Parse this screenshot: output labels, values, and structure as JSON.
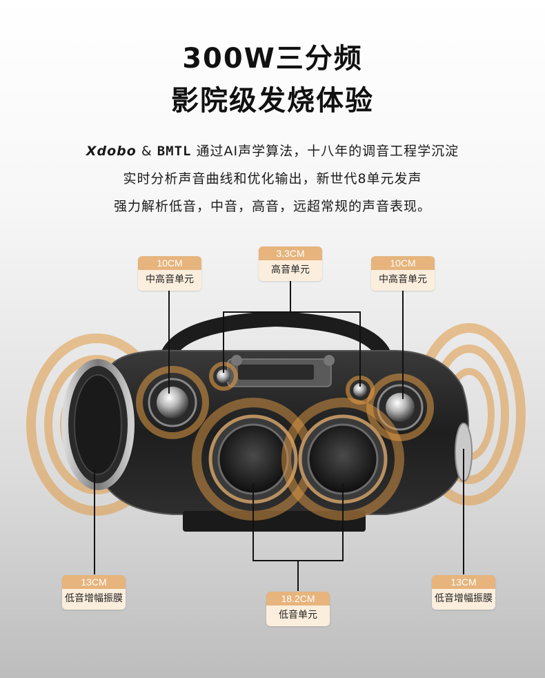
{
  "headline": {
    "line1": "300W三分频",
    "line2": "影院级发烧体验"
  },
  "description": {
    "brand1": "Xdobo",
    "amp": " & ",
    "brand2": "BMTL",
    "line1_rest": " 通过AI声学算法，十八年的调音工程学沉淀",
    "line2": "实时分析声音曲线和优化输出，新世代8单元发声",
    "line3": "强力解析低音，中音，高音，远超常规的声音表现。"
  },
  "callouts": {
    "mid_left": {
      "size": "10CM",
      "name": "中高音单元"
    },
    "tweeter": {
      "size": "3.3CM",
      "name": "高音单元"
    },
    "mid_right": {
      "size": "10CM",
      "name": "中高音单元"
    },
    "passive_left": {
      "size": "13CM",
      "name": "低音增幅振膜"
    },
    "woofer": {
      "size": "18.2CM",
      "name": "低音单元"
    },
    "passive_right": {
      "size": "13CM",
      "name": "低音增幅振膜"
    }
  },
  "colors": {
    "accent": "#e6b47c",
    "tag_body": "#fbeedd",
    "speaker_body": "#2b2b2b",
    "glow": "#e09a45"
  }
}
